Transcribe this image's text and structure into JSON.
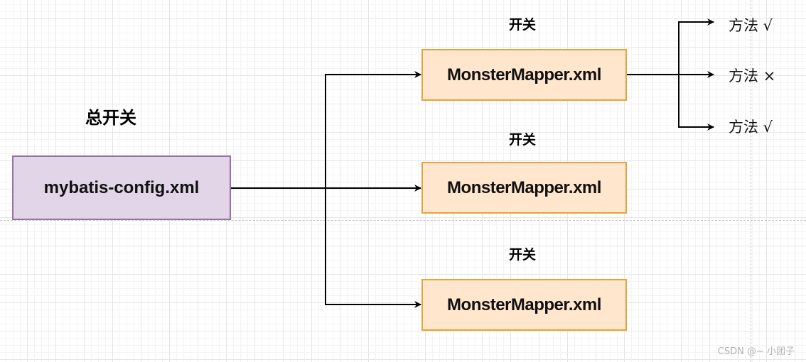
{
  "diagram": {
    "main_switch_label": "总开关",
    "config_file": "mybatis-config.xml",
    "mappers": [
      {
        "switch_label": "开关",
        "file": "MonsterMapper.xml"
      },
      {
        "switch_label": "开关",
        "file": "MonsterMapper.xml"
      },
      {
        "switch_label": "开关",
        "file": "MonsterMapper.xml"
      }
    ],
    "methods": [
      "方法 √",
      "方法 ×",
      "方法 √"
    ]
  },
  "colors": {
    "config_fill": "#e1d5e7",
    "config_border": "#9673a6",
    "mapper_fill": "#ffe6cc",
    "mapper_border": "#e8a23a",
    "connector": "#000000"
  },
  "watermark": "CSDN @~ 小团子"
}
